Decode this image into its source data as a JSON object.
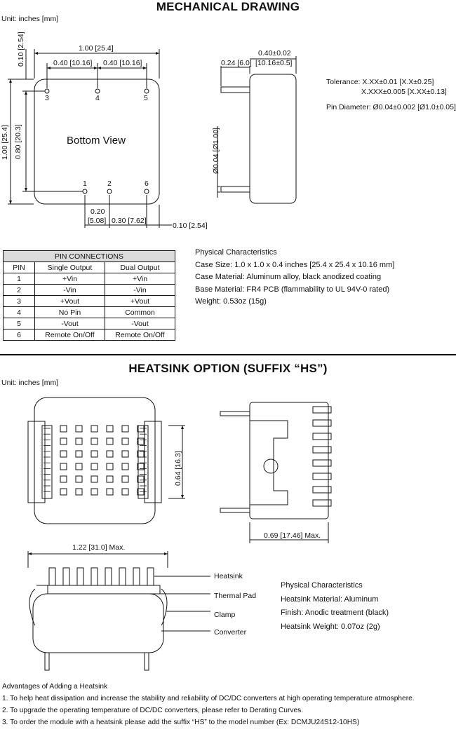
{
  "mechanical": {
    "title": "MECHANICAL DRAWING",
    "unit": "Unit: inches [mm]",
    "dims": {
      "width": "1.00 [25.4]",
      "pitch_left": "0.40 [10.16]",
      "pitch_right": "0.40 [10.16]",
      "top_edge": "0.10 [2.54]",
      "height": "1.00 [25.4]",
      "row_spacing": "0.80 [20.3]",
      "bottom_a": "0.20",
      "bottom_a_mm": "[5.08]",
      "bottom_b": "0.30 [7.62]",
      "bottom_edge": "0.10 [2.54]",
      "side_thickness": "0.40±0.02",
      "side_thickness_mm": "[10.16±0.5]",
      "pin_length": "0.24 [6.0]",
      "pin_diameter_label": "Ø0.04 [Ø1.00]"
    },
    "bottom_view_label": "Bottom View",
    "pin_numbers_top": [
      "3",
      "4",
      "5"
    ],
    "pin_numbers_bottom": [
      "1",
      "2",
      "6"
    ],
    "tolerance_label": "Tolerance: X.XX±0.01 [X.X±0.25]",
    "tolerance_line2": "X.XXX±0.005 [X.XX±0.13]",
    "pin_diameter": "Pin Diameter: Ø0.04±0.002 [Ø1.0±0.05]"
  },
  "pin_table": {
    "caption": "PIN CONNECTIONS",
    "headers": [
      "PIN",
      "Single Output",
      "Dual Output"
    ],
    "rows": [
      [
        "1",
        "+Vin",
        "+Vin"
      ],
      [
        "2",
        "-Vin",
        "-Vin"
      ],
      [
        "3",
        "+Vout",
        "+Vout"
      ],
      [
        "4",
        "No Pin",
        "Common"
      ],
      [
        "5",
        "-Vout",
        "-Vout"
      ],
      [
        "6",
        "Remote On/Off",
        "Remote On/Off"
      ]
    ]
  },
  "physical": {
    "heading": "Physical Characteristics",
    "lines": [
      "Case Size: 1.0 x 1.0 x 0.4 inches [25.4 x 25.4 x 10.16 mm]",
      "Case Material: Aluminum alloy, black anodized coating",
      "Base Material: FR4 PCB (flammability to UL 94V-0 rated)",
      "Weight: 0.53oz (15g)"
    ]
  },
  "heatsink": {
    "title": "HEATSINK OPTION (SUFFIX “HS”)",
    "unit": "Unit: inches [mm]",
    "dim_height": "0.64 [16.3]",
    "dim_depth": "0.69 [17.46] Max.",
    "dim_width": "1.22 [31.0] Max.",
    "callouts": [
      "Heatsink",
      "Thermal Pad",
      "Clamp",
      "Converter"
    ],
    "physical_heading": "Physical Characteristics",
    "physical_lines": [
      "Heatsink Material: Aluminum",
      "Finish: Anodic treatment (black)",
      "Heatsink Weight: 0.07oz (2g)"
    ]
  },
  "advantages": {
    "heading": "Advantages of Adding a Heatsink",
    "items": [
      "1. To help heat dissipation and increase the stability and reliability of DC/DC converters at high operating temperature atmosphere.",
      "2. To upgrade the operating temperature of DC/DC converters, please refer to Derating Curves.",
      "3. To order the module with a heatsink please add the suffix “HS” to the model number (Ex: DCMJU24S12-10HS)"
    ]
  }
}
